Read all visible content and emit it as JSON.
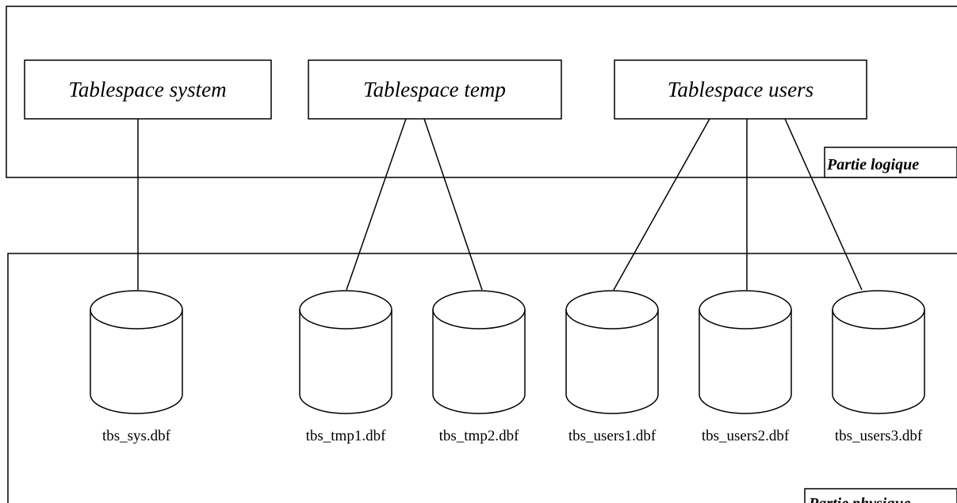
{
  "sections": {
    "logical": {
      "label": "Partie logique"
    },
    "physical": {
      "label": "Partie physique"
    }
  },
  "tablespaces": [
    {
      "id": "system",
      "label": "Tablespace system"
    },
    {
      "id": "temp",
      "label": "Tablespace temp"
    },
    {
      "id": "users",
      "label": "Tablespace users"
    }
  ],
  "datafiles": [
    {
      "id": "sys",
      "label": "tbs_sys.dbf",
      "tablespace": "system"
    },
    {
      "id": "tmp1",
      "label": "tbs_tmp1.dbf",
      "tablespace": "temp"
    },
    {
      "id": "tmp2",
      "label": "tbs_tmp2.dbf",
      "tablespace": "temp"
    },
    {
      "id": "users1",
      "label": "tbs_users1.dbf",
      "tablespace": "users"
    },
    {
      "id": "users2",
      "label": "tbs_users2.dbf",
      "tablespace": "users"
    },
    {
      "id": "users3",
      "label": "tbs_users3.dbf",
      "tablespace": "users"
    }
  ]
}
